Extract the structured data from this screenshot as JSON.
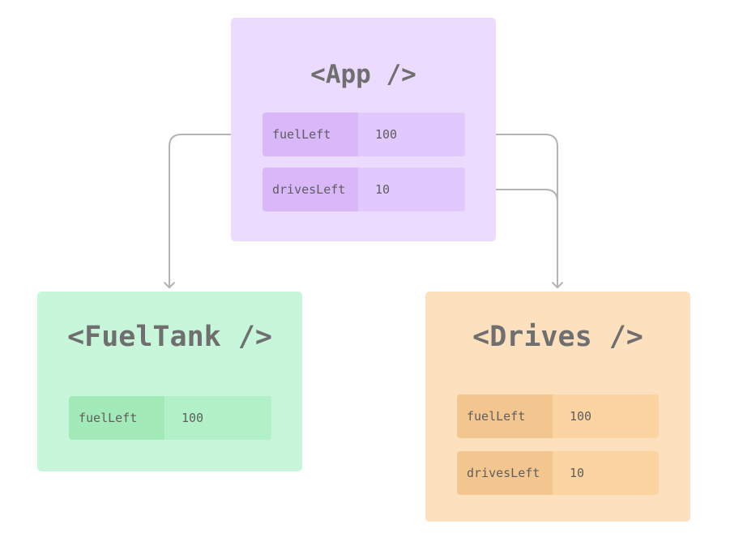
{
  "app": {
    "title": "<App />",
    "state": [
      {
        "key": "fuelLeft",
        "value": "100"
      },
      {
        "key": "drivesLeft",
        "value": "10"
      }
    ]
  },
  "fueltank": {
    "title": "<FuelTank />",
    "props": [
      {
        "key": "fuelLeft",
        "value": "100"
      }
    ]
  },
  "drives": {
    "title": "<Drives />",
    "props": [
      {
        "key": "fuelLeft",
        "value": "100"
      },
      {
        "key": "drivesLeft",
        "value": "10"
      }
    ]
  },
  "colors": {
    "app_bg": "#ebdbff",
    "fueltank_bg": "#c8f6da",
    "drives_bg": "#fde0bd",
    "connector": "#b4b4b4"
  }
}
